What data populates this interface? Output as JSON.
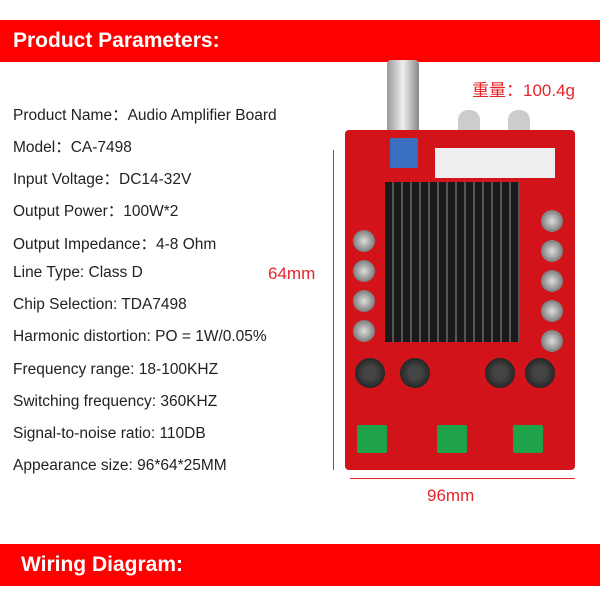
{
  "header": {
    "title": "Product Parameters:"
  },
  "specs": [
    "Product Name：Audio Amplifier Board",
    "Model：CA-7498",
    "Input Voltage：DC14-32V",
    "Output Power：100W*2",
    "Output Impedance：4-8 Ohm",
    "Line Type: Class D",
    "Chip Selection: TDA7498",
    "Harmonic distortion: PO = 1W/0.05%",
    "Frequency range: 18-100KHZ",
    "Switching frequency: 360KHZ",
    "Signal-to-noise ratio: 110DB",
    "Appearance size: 96*64*25MM"
  ],
  "weight": "重量：100.4g",
  "height_label": "64mm",
  "width_label": "96mm",
  "footer": {
    "title": "Wiring Diagram:"
  }
}
